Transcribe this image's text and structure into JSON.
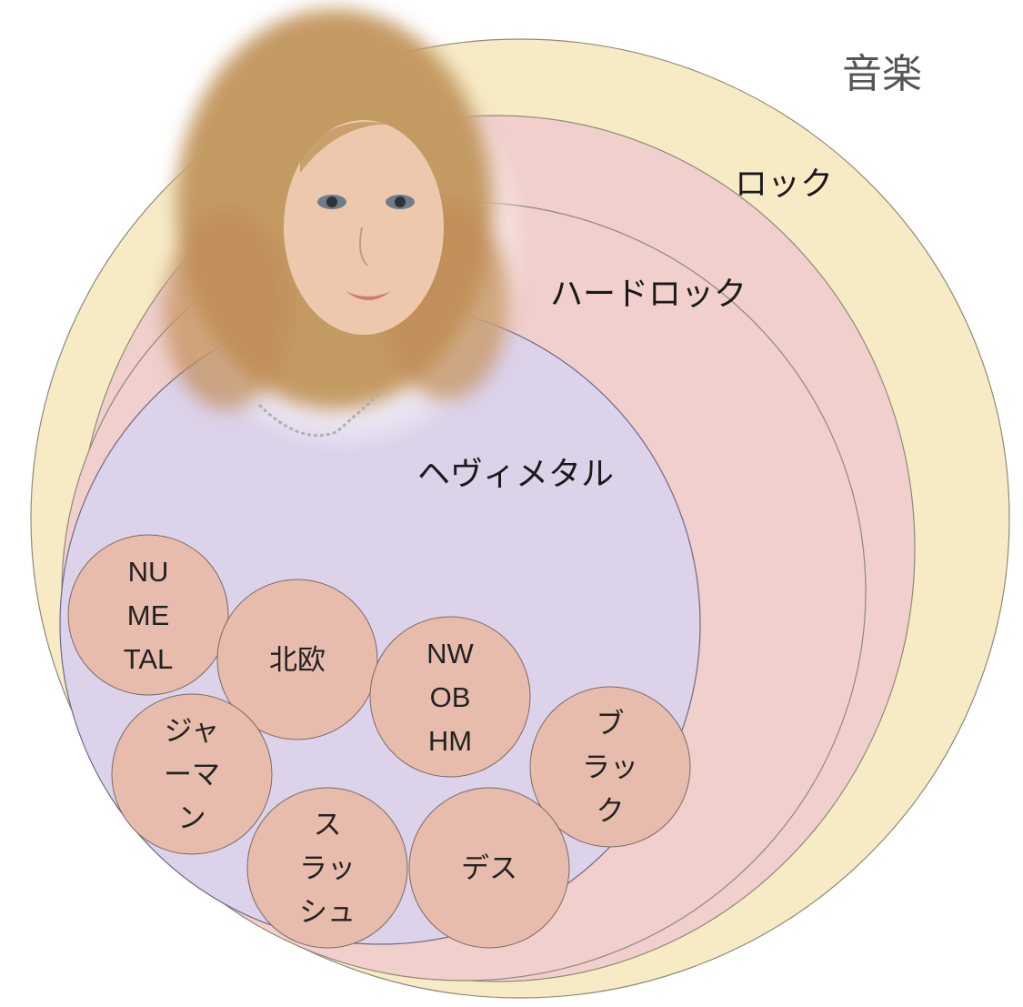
{
  "sets": {
    "music": {
      "label": "音楽",
      "color": "#f7ebc6"
    },
    "rock": {
      "label": "ロック",
      "color": "#f0cfcd"
    },
    "hard_rock": {
      "label": "ハードロック",
      "color": "#f0cfcd"
    },
    "heavy_metal": {
      "label": "ヘヴィメタル",
      "color": "#dcd2ea"
    }
  },
  "subgenres": [
    {
      "id": "nu-metal",
      "lines": [
        "NU",
        "ME",
        "TAL"
      ]
    },
    {
      "id": "nordic",
      "lines": [
        "北欧"
      ]
    },
    {
      "id": "nwobhm",
      "lines": [
        "NW",
        "OB",
        "HM"
      ]
    },
    {
      "id": "german",
      "lines": [
        "ジャ",
        "ーマ",
        "ン"
      ]
    },
    {
      "id": "black",
      "lines": [
        "ブ",
        "ラッ",
        "ク"
      ]
    },
    {
      "id": "thrash",
      "lines": [
        "ス",
        "ラッ",
        "シュ"
      ]
    },
    {
      "id": "death",
      "lines": [
        "デス"
      ]
    }
  ],
  "subgenre_color": "#e8bcac",
  "portrait": {
    "hair_color": "#c49a64",
    "skin_color": "#eec8ad"
  }
}
